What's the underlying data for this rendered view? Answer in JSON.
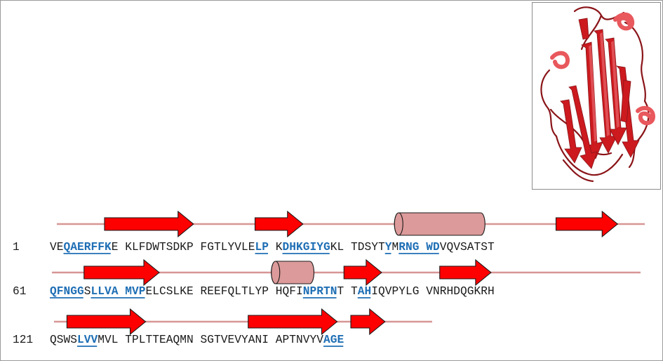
{
  "colors": {
    "strand": "#ff0000",
    "helix": "#dc9a9a",
    "backbone": "#d89595",
    "strand_residue": "#1f6fb5",
    "plain_residue": "#1a1a1a",
    "ribbon": "#cc1a1f"
  },
  "rows": [
    {
      "number": "1",
      "segments": [
        {
          "text": "VE",
          "strand": false
        },
        {
          "text": "QAERFFK",
          "strand": true
        },
        {
          "text": "E KLFDWTSDKP FGTLYVLE",
          "strand": false
        },
        {
          "text": "LP",
          "strand": true
        },
        {
          "text": " K",
          "strand": false
        },
        {
          "text": "DHKGIYG",
          "strand": true
        },
        {
          "text": "KL TDSYT",
          "strand": false
        },
        {
          "text": "Y",
          "strand": true
        },
        {
          "text": "M",
          "strand": false
        },
        {
          "text": "RNG WD",
          "strand": true
        },
        {
          "text": "VQVSATST",
          "strand": false
        }
      ],
      "elements": [
        {
          "type": "strand",
          "start": 8,
          "end": 21
        },
        {
          "type": "strand",
          "start": 30,
          "end": 37
        },
        {
          "type": "helix",
          "start": 51,
          "end": 63
        },
        {
          "type": "strand",
          "start": 74,
          "end": 83
        }
      ]
    },
    {
      "number": "61",
      "segments": [
        {
          "text": "QFNGG",
          "strand": true
        },
        {
          "text": "S",
          "strand": false
        },
        {
          "text": "LLVA MVP",
          "strand": true
        },
        {
          "text": "ELCSLKE REEFQLTLYP HQFI",
          "strand": false
        },
        {
          "text": "NPRTN",
          "strand": true
        },
        {
          "text": "T T",
          "strand": false
        },
        {
          "text": "AH",
          "strand": true
        },
        {
          "text": "IQVPYLG VNRHDQGKRH",
          "strand": false
        }
      ],
      "elements": [
        {
          "type": "strand",
          "start": 5,
          "end": 16
        },
        {
          "type": "helix",
          "start": 33,
          "end": 38
        },
        {
          "type": "strand",
          "start": 43,
          "end": 48.5
        },
        {
          "type": "strand",
          "start": 57,
          "end": 64.5
        }
      ]
    },
    {
      "number": "121",
      "segments": [
        {
          "text": "QSWS",
          "strand": false
        },
        {
          "text": "LVV",
          "strand": true
        },
        {
          "text": "MVL TPLTTEAQMN SGTVEVYANI APTNVYV",
          "strand": false
        },
        {
          "text": "AGE",
          "strand": true
        }
      ],
      "elements": [
        {
          "type": "strand",
          "start": 2.5,
          "end": 14
        },
        {
          "type": "strand",
          "start": 29,
          "end": 42
        },
        {
          "type": "strand",
          "start": 44,
          "end": 49
        }
      ]
    }
  ]
}
